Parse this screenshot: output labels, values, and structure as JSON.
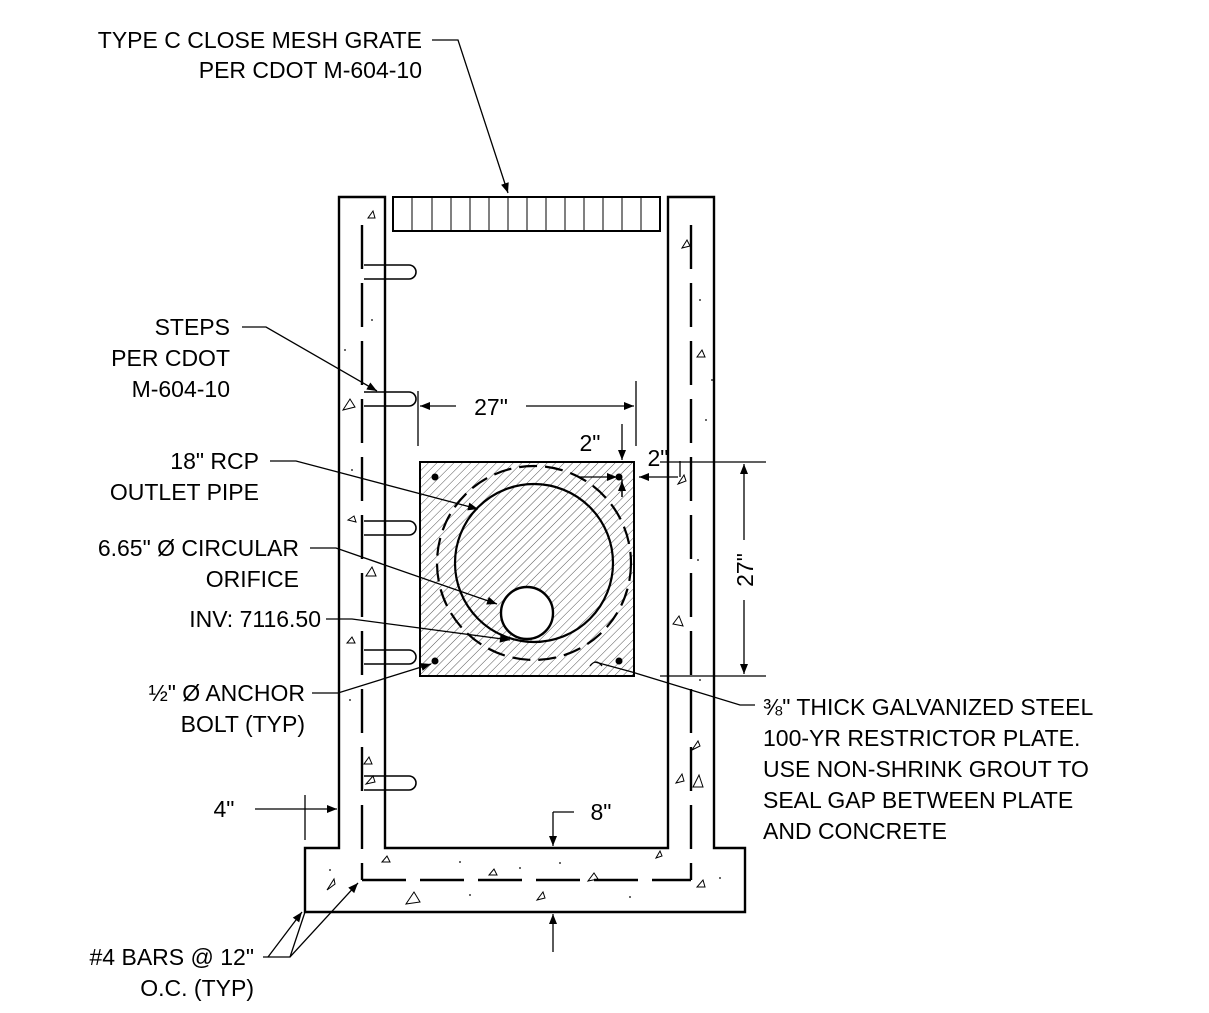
{
  "callouts": {
    "grate_1": "TYPE C CLOSE MESH GRATE",
    "grate_2": "PER CDOT M-604-10",
    "steps_1": "STEPS",
    "steps_2": "PER CDOT",
    "steps_3": "M-604-10",
    "pipe_1": "18\" RCP",
    "pipe_2": "OUTLET PIPE",
    "orifice_1": "6.65\" Ø CIRCULAR",
    "orifice_2": "ORIFICE",
    "inv": "INV: 7116.50",
    "bolt_frac": "½",
    "bolt_1": "\" Ø ANCHOR",
    "bolt_2": "BOLT (TYP)",
    "bars_1": "#4 BARS @ 12\"",
    "bars_2": "O.C. (TYP)",
    "plate_frac": "⅜",
    "plate_1": "\" THICK GALVANIZED STEEL",
    "plate_2": "100-YR RESTRICTOR PLATE.",
    "plate_3": "USE NON-SHRINK GROUT TO",
    "plate_4": "SEAL GAP BETWEEN PLATE",
    "plate_5": "AND CONCRETE"
  },
  "dimensions": {
    "plate_width": "27\"",
    "plate_height": "27\"",
    "edge_top": "2\"",
    "edge_side": "2\"",
    "wall_thickness": "4\"",
    "base_thickness": "8\""
  }
}
